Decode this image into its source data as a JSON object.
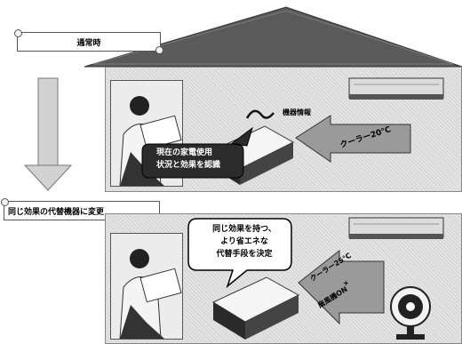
{
  "labels": {
    "normal": "通常時",
    "change": "同じ効果の代替機器に変更"
  },
  "top_scene": {
    "bubble_line1": "現在の家電使用",
    "bubble_line2": "状況と効果を認識",
    "device_info": "機器情報",
    "arrow_text": "クーラー20℃"
  },
  "bottom_scene": {
    "bubble_line1": "同じ効果を持つ、",
    "bubble_line2": "より省エネな",
    "bubble_line3": "代替手段を決定",
    "arrow_line1": "クーラー25℃",
    "arrow_line2": "+",
    "arrow_line3": "扇風機ON"
  },
  "colors": {
    "roof": "#5a5a5a",
    "dark_bubble": "#2b2b2b",
    "arrow_gray": "#9a9a9a",
    "scene_bg": "#e4e4e4"
  },
  "icons": [
    "plug-icon",
    "air-conditioner-icon",
    "electric-fan-icon",
    "smart-meter-icon",
    "person-reading-icon"
  ]
}
